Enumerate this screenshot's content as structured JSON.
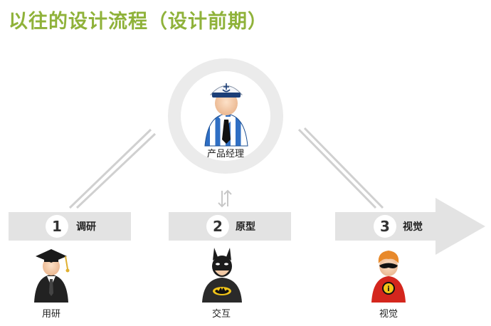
{
  "title": "以往的设计流程（设计前期）",
  "center": {
    "label": "产品经理"
  },
  "steps": [
    {
      "number": "1",
      "label": "调研"
    },
    {
      "number": "2",
      "label": "原型"
    },
    {
      "number": "3",
      "label": "视觉"
    }
  ],
  "roles": [
    {
      "label": "用研"
    },
    {
      "label": "交互"
    },
    {
      "label": "视觉"
    }
  ],
  "colors": {
    "title": "#8fb23a",
    "band": "#e3e3e3",
    "ring": "#ebebeb",
    "connector": "#d0d0d0",
    "circle": "#ffffff"
  },
  "icons": [
    "sailor-captain-icon",
    "graduate-icon",
    "batman-icon",
    "incredibles-icon",
    "bidirectional-arrow-icon"
  ]
}
